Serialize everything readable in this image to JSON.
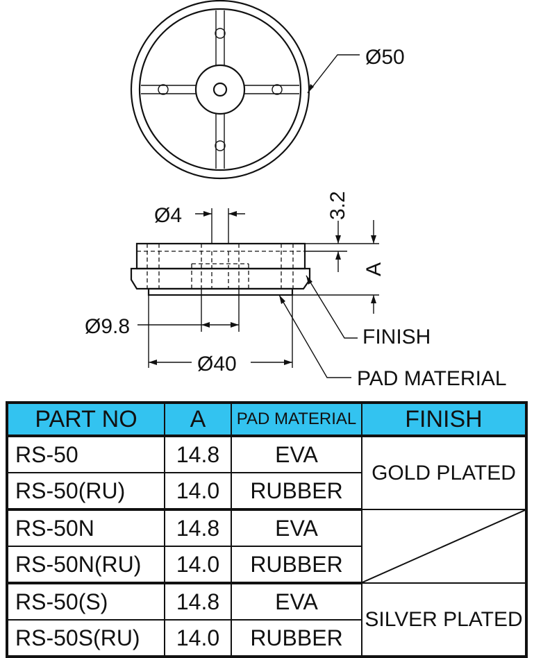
{
  "drawing": {
    "dim_outer_diameter": "Ø50",
    "dim_hole_diameter": "Ø4",
    "dim_thickness": "3.2",
    "dim_height": "A",
    "dim_boss_diameter": "Ø9.8",
    "dim_base_diameter": "Ø40",
    "label_finish": "FINISH",
    "label_pad_material": "PAD MATERIAL"
  },
  "table": {
    "header_color": "#33c3f0",
    "headers": {
      "part_no": "PART NO",
      "a": "A",
      "pad_material": "PAD MATERIAL",
      "finish": "FINISH"
    },
    "rows": [
      {
        "part_no": "RS-50",
        "a": "14.8",
        "pad_material": "EVA"
      },
      {
        "part_no": "RS-50(RU)",
        "a": "14.0",
        "pad_material": "RUBBER"
      },
      {
        "part_no": "RS-50N",
        "a": "14.8",
        "pad_material": "EVA"
      },
      {
        "part_no": "RS-50N(RU)",
        "a": "14.0",
        "pad_material": "RUBBER"
      },
      {
        "part_no": "RS-50(S)",
        "a": "14.8",
        "pad_material": "EVA"
      },
      {
        "part_no": "RS-50S(RU)",
        "a": "14.0",
        "pad_material": "RUBBER"
      }
    ],
    "finish_groups": [
      {
        "finish": "GOLD PLATED"
      },
      {
        "finish": ""
      },
      {
        "finish": "SILVER PLATED"
      }
    ]
  }
}
